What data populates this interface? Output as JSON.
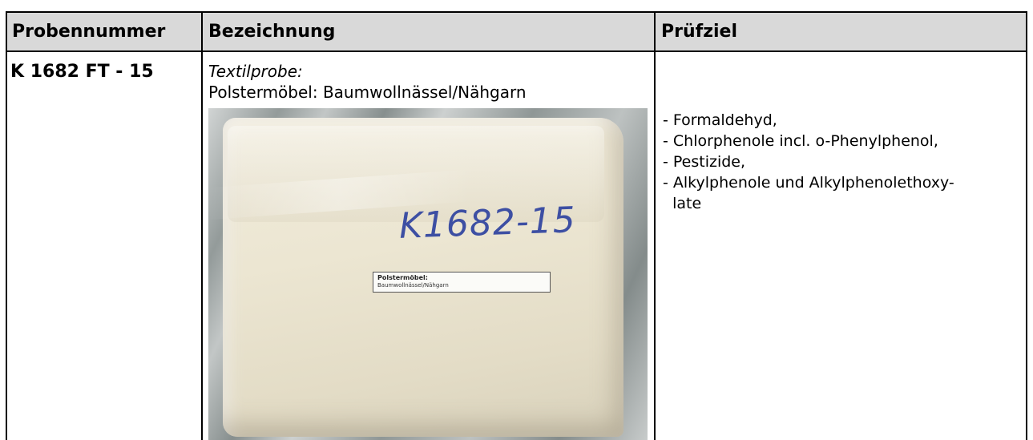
{
  "table": {
    "headers": {
      "sample_number": "Probennummer",
      "designation": "Bezeichnung",
      "test_goal": "Prüfziel"
    },
    "row": {
      "sample_number": "K 1682 FT - 15",
      "type_label": "Textilprobe:",
      "description": "Polstermöbel: Baumwollnässel/Nähgarn",
      "photo": {
        "handwritten_label": "K1682-15",
        "sticker_line1": "Polstermöbel:",
        "sticker_line2": "Baumwollnässel/Nähgarn"
      },
      "test_goals": [
        "- Formaldehyd,",
        "- Chlorphenole incl. o-Phenylphenol,",
        "- Pestizide,",
        "- Alkylphenole und Alkylphenolethoxy-",
        "  late"
      ]
    }
  }
}
